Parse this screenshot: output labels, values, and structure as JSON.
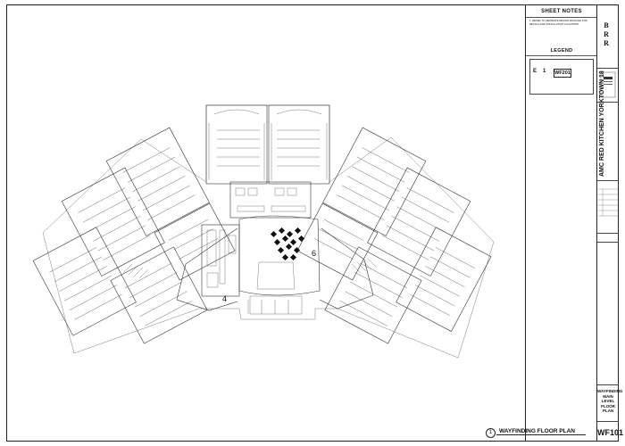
{
  "sheet_notes": {
    "title": "SHEET NOTES",
    "items": [
      "1. REFER TO SEPARATE DESIGN PACKAGE FOR DETAILS AND INSTALLATION LOCATIONS"
    ]
  },
  "legend": {
    "title": "LEGEND",
    "tag_number": "WF201",
    "flag_letter": "E",
    "flag_number": "1"
  },
  "firm": {
    "logo": "B R R"
  },
  "project": {
    "name": "AMC RED KITCHEN YORKTOWN 18"
  },
  "plan": {
    "callouts": [
      "6",
      "4"
    ],
    "title_number": "1",
    "title": "WAYFINDING FLOOR PLAN"
  },
  "sheet": {
    "title_lines": [
      "WAYFINDING",
      "MAIN LEVEL",
      "FLOOR PLAN"
    ],
    "number": "WF101"
  }
}
